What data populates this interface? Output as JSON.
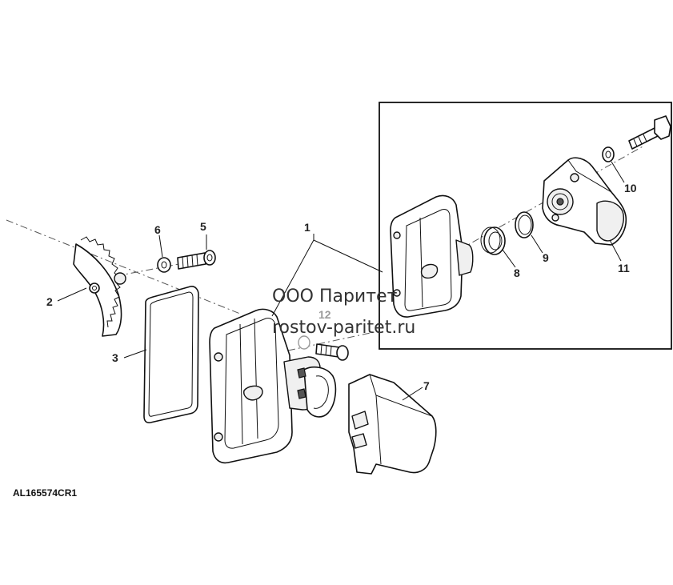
{
  "figure_id": "AL165574CR1",
  "watermark": {
    "line1": "ООО Паритет",
    "line2": "rostov-paritet.ru"
  },
  "callouts": [
    {
      "id": "1",
      "label": "1"
    },
    {
      "id": "2",
      "label": "2"
    },
    {
      "id": "3",
      "label": "3"
    },
    {
      "id": "5",
      "label": "5"
    },
    {
      "id": "6",
      "label": "6"
    },
    {
      "id": "7",
      "label": "7"
    },
    {
      "id": "8",
      "label": "8"
    },
    {
      "id": "9",
      "label": "9"
    },
    {
      "id": "10",
      "label": "10"
    },
    {
      "id": "11",
      "label": "11"
    },
    {
      "id": "12",
      "label": "12"
    }
  ]
}
